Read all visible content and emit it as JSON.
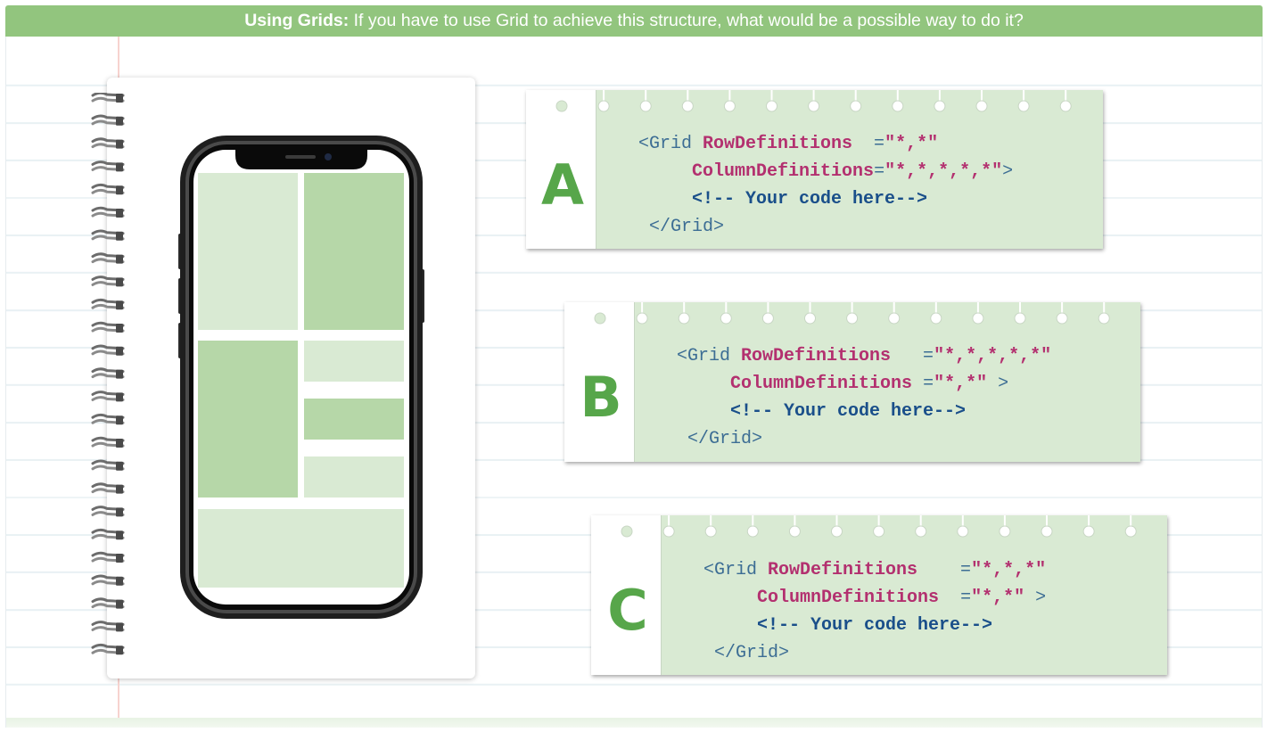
{
  "header": {
    "bold": "Using Grids:",
    "text": " If you have to use Grid to achieve this structure, what would be a possible way to do it?"
  },
  "colors": {
    "header_green": "#92c57e",
    "light_green": "#d9ead3",
    "dark_green": "#b6d7a8",
    "letter_green": "#57a64a",
    "keyword_pink": "#b3306f",
    "comment_blue": "#1a4f8a"
  },
  "icons": {
    "spiral": "spiral-binding-icon",
    "phone": "smartphone-icon"
  },
  "options": [
    {
      "letter": "A",
      "open": "<Grid ",
      "row_attr": "RowDefinitions",
      "row_gap": "  =",
      "row_val": "\"*,*\"",
      "col_attr": "ColumnDefinitions",
      "col_eq": "=",
      "col_val": "\"*,*,*,*,*\"",
      "col_end": ">",
      "comment": "<!-- Your code here-->",
      "close": "</Grid>"
    },
    {
      "letter": "B",
      "open": "<Grid ",
      "row_attr": "RowDefinitions",
      "row_gap": "   =",
      "row_val": "\"*,*,*,*,*\"",
      "col_attr": "ColumnDefinitions",
      "col_eq": " =",
      "col_val": "\"*,*\"",
      "col_end": " >",
      "comment": "<!-- Your code here-->",
      "close": "</Grid>"
    },
    {
      "letter": "C",
      "open": "<Grid ",
      "row_attr": "RowDefinitions",
      "row_gap": "    =",
      "row_val": "\"*,*,*\"",
      "col_attr": "ColumnDefinitions",
      "col_eq": "  =",
      "col_val": "\"*,*\"",
      "col_end": " >",
      "comment": "<!-- Your code here-->",
      "close": "</Grid>"
    }
  ]
}
